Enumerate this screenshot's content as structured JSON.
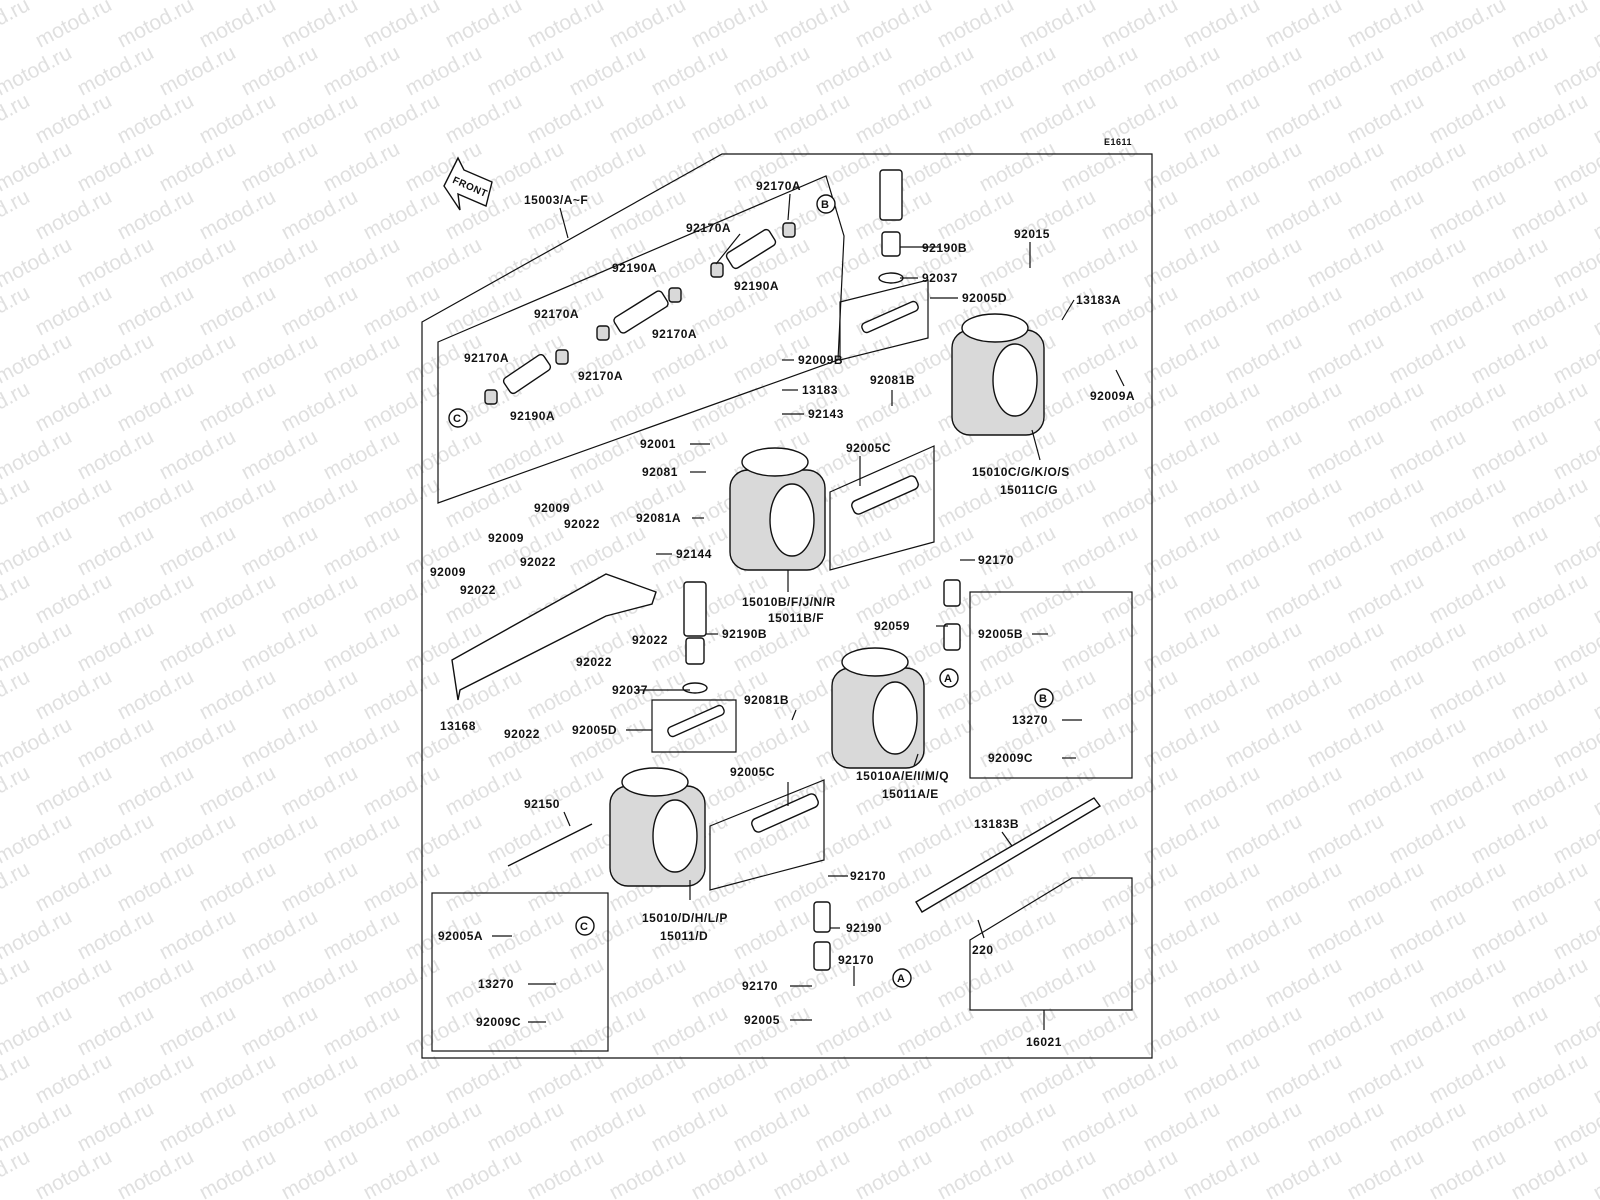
{
  "diagram_code": "E1611",
  "front_label": "FRONT",
  "watermark_text": "motod.ru",
  "circle_refs": {
    "a": "A",
    "b": "B",
    "c": "C"
  },
  "parts": [
    {
      "id": "p01",
      "label": "15003/A~F"
    },
    {
      "id": "p02",
      "label": "92170A"
    },
    {
      "id": "p03",
      "label": "92170A"
    },
    {
      "id": "p04",
      "label": "92190A"
    },
    {
      "id": "p05",
      "label": "92190A"
    },
    {
      "id": "p06",
      "label": "92170A"
    },
    {
      "id": "p07",
      "label": "92170A"
    },
    {
      "id": "p08",
      "label": "92170A"
    },
    {
      "id": "p09",
      "label": "92170A"
    },
    {
      "id": "p10",
      "label": "92190A"
    },
    {
      "id": "p11",
      "label": "92190B"
    },
    {
      "id": "p12",
      "label": "92037"
    },
    {
      "id": "p13",
      "label": "92015"
    },
    {
      "id": "p14",
      "label": "92005D"
    },
    {
      "id": "p15",
      "label": "13183A"
    },
    {
      "id": "p16",
      "label": "92009B"
    },
    {
      "id": "p17",
      "label": "13183"
    },
    {
      "id": "p18",
      "label": "92081B"
    },
    {
      "id": "p19",
      "label": "92009A"
    },
    {
      "id": "p20",
      "label": "92143"
    },
    {
      "id": "p21",
      "label": "92001"
    },
    {
      "id": "p22",
      "label": "92005C"
    },
    {
      "id": "p23",
      "label": "15010C/G/K/O/S"
    },
    {
      "id": "p24",
      "label": "15011C/G"
    },
    {
      "id": "p25",
      "label": "92081"
    },
    {
      "id": "p26",
      "label": "92009"
    },
    {
      "id": "p27",
      "label": "92081A"
    },
    {
      "id": "p28",
      "label": "92022"
    },
    {
      "id": "p29",
      "label": "92009"
    },
    {
      "id": "p30",
      "label": "92144"
    },
    {
      "id": "p31",
      "label": "92022"
    },
    {
      "id": "p32",
      "label": "92170"
    },
    {
      "id": "p33",
      "label": "92009"
    },
    {
      "id": "p34",
      "label": "92022"
    },
    {
      "id": "p35",
      "label": "15010B/F/J/N/R"
    },
    {
      "id": "p36",
      "label": "15011B/F"
    },
    {
      "id": "p37",
      "label": "92059"
    },
    {
      "id": "p38",
      "label": "92005B"
    },
    {
      "id": "p39",
      "label": "92022"
    },
    {
      "id": "p40",
      "label": "92190B"
    },
    {
      "id": "p41",
      "label": "92022"
    },
    {
      "id": "p42",
      "label": "92037"
    },
    {
      "id": "p43",
      "label": "92081B"
    },
    {
      "id": "p44",
      "label": "13270"
    },
    {
      "id": "p45",
      "label": "13168"
    },
    {
      "id": "p46",
      "label": "92022"
    },
    {
      "id": "p47",
      "label": "92005D"
    },
    {
      "id": "p48",
      "label": "92009C"
    },
    {
      "id": "p49",
      "label": "92005C"
    },
    {
      "id": "p50",
      "label": "15010A/E/I/M/Q"
    },
    {
      "id": "p51",
      "label": "15011A/E"
    },
    {
      "id": "p52",
      "label": "92150"
    },
    {
      "id": "p53",
      "label": "13183B"
    },
    {
      "id": "p54",
      "label": "92170"
    },
    {
      "id": "p55",
      "label": "15010/D/H/L/P"
    },
    {
      "id": "p56",
      "label": "15011/D"
    },
    {
      "id": "p57",
      "label": "92005A"
    },
    {
      "id": "p58",
      "label": "92190"
    },
    {
      "id": "p59",
      "label": "220"
    },
    {
      "id": "p60",
      "label": "92170"
    },
    {
      "id": "p61",
      "label": "13270"
    },
    {
      "id": "p62",
      "label": "92170"
    },
    {
      "id": "p63",
      "label": "92005"
    },
    {
      "id": "p64",
      "label": "92009C"
    },
    {
      "id": "p65",
      "label": "16021"
    }
  ]
}
